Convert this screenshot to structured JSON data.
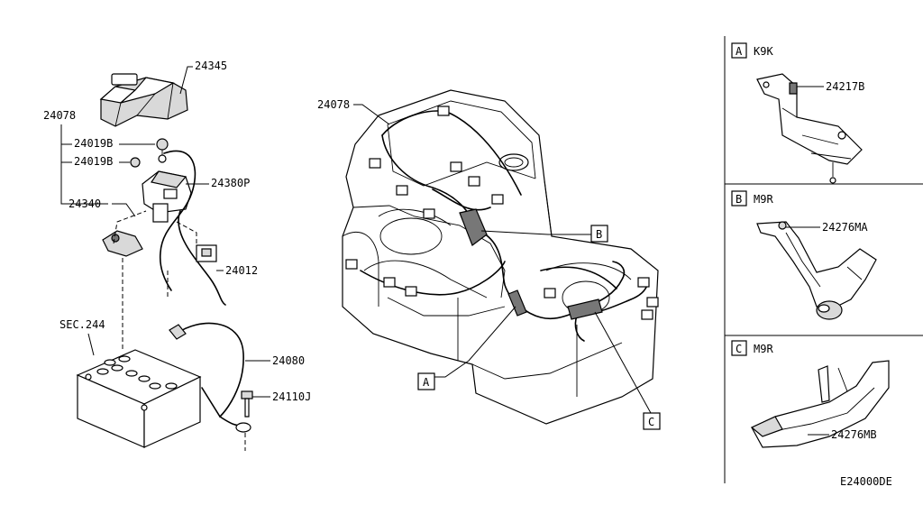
{
  "diagram": {
    "code": "E24000DE",
    "part_labels": {
      "p24345": "24345",
      "p24078_left": "24078",
      "p24019b_a": "24019B",
      "p24019b_b": "24019B",
      "p24380p": "24380P",
      "p24340": "24340",
      "p24012": "24012",
      "sec244": "SEC.244",
      "p24080": "24080",
      "p24110j": "24110J",
      "p24078_center": "24078"
    },
    "callouts": {
      "a": "A",
      "b": "B",
      "c": "C"
    },
    "variants": [
      {
        "letter": "A",
        "engine": "K9K",
        "part": "24217B"
      },
      {
        "letter": "B",
        "engine": "M9R",
        "part": "24276MA"
      },
      {
        "letter": "C",
        "engine": "M9R",
        "part": "24276MB"
      }
    ]
  }
}
